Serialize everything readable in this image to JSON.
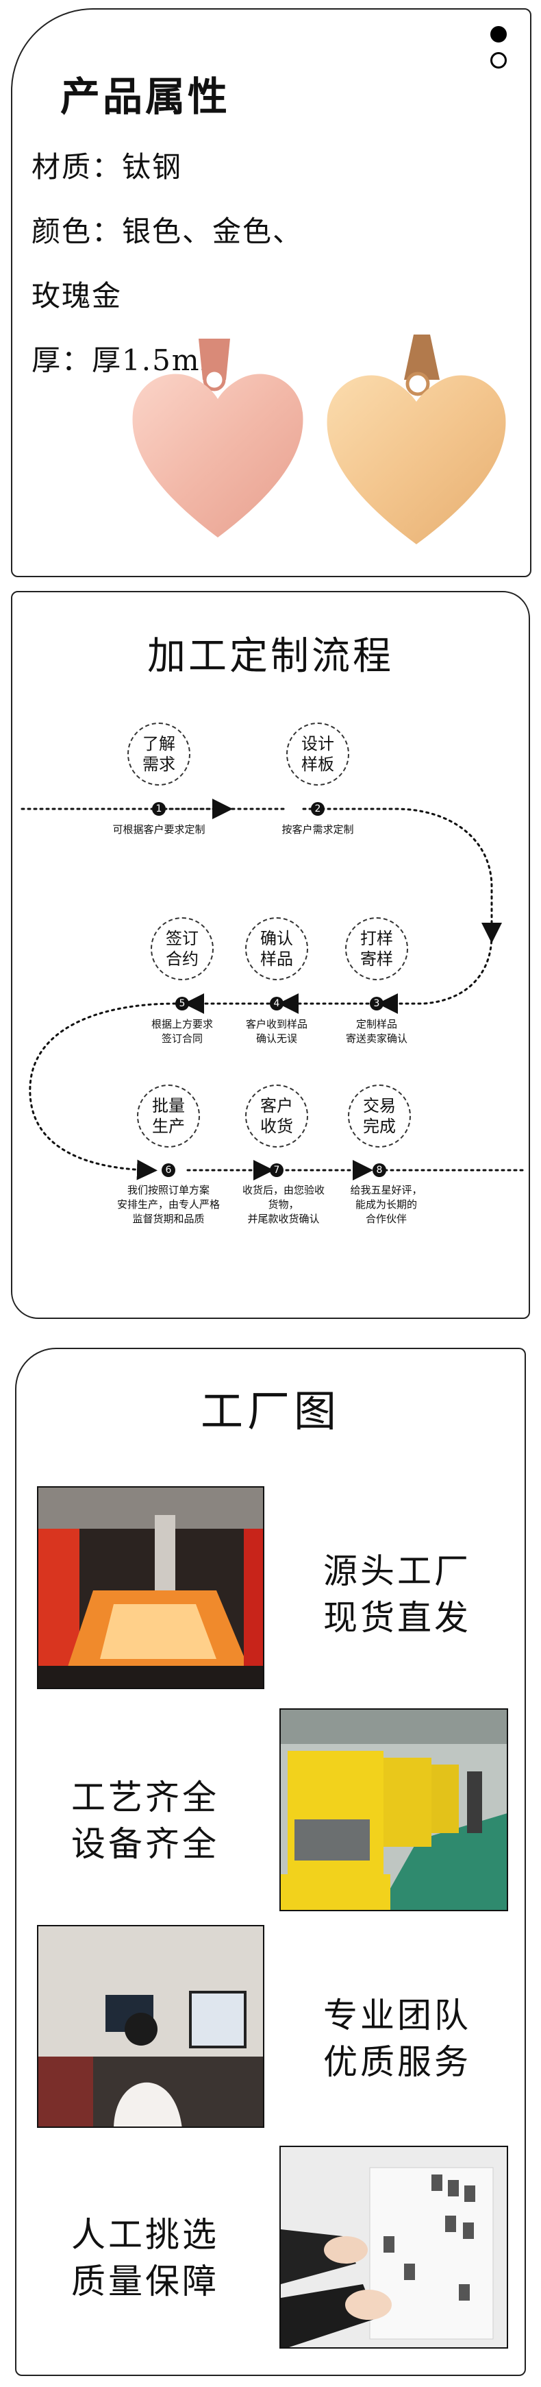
{
  "product": {
    "title": "产品属性",
    "properties": [
      "材质：钛钢",
      "颜色：银色、金色、",
      "玫瑰金",
      "厚：厚1.5mm"
    ]
  },
  "process": {
    "title": "加工定制流程",
    "steps": [
      {
        "number": "1",
        "name": "了解需求",
        "desc": "可根据客户要求定制"
      },
      {
        "number": "2",
        "name": "设计样板",
        "desc": "按客户需求定制"
      },
      {
        "number": "3",
        "name": "打样寄样",
        "desc": "定制样品\n寄送卖家确认"
      },
      {
        "number": "4",
        "name": "确认样品",
        "desc": "客户收到样品\n确认无误"
      },
      {
        "number": "5",
        "name": "签订合约",
        "desc": "根据上方要求\n签订合同"
      },
      {
        "number": "6",
        "name": "批量生产",
        "desc": "我们按照订单方案\n安排生产，由专人严格\n监督货期和品质"
      },
      {
        "number": "7",
        "name": "客户收货",
        "desc": "收货后，由您验收\n货物，\n并尾款收货确认"
      },
      {
        "number": "8",
        "name": "交易完成",
        "desc": "给我五星好评，\n能成为长期的\n合作伙伴"
      }
    ]
  },
  "factory": {
    "title": "工厂图",
    "captions": [
      "源头工厂\n现货直发",
      "工艺齐全\n设备齐全",
      "专业团队\n优质服务",
      "人工挑选\n质量保障"
    ]
  },
  "colors": {
    "rose_gold": "#f2b8a8",
    "gold": "#f3c58d",
    "border": "#222222"
  }
}
